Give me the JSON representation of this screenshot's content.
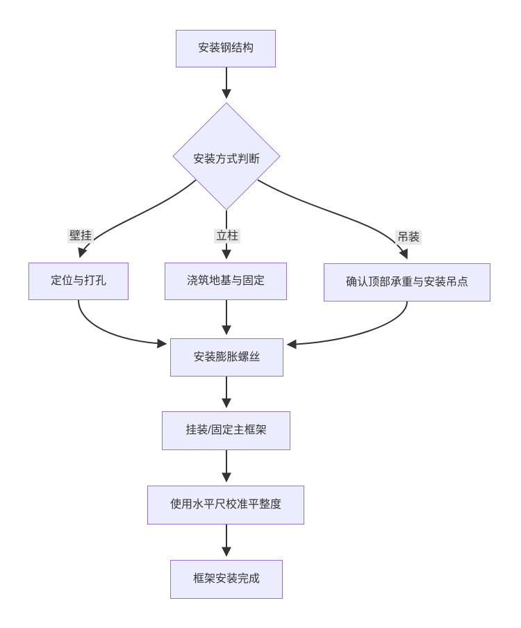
{
  "diagram": {
    "type": "flowchart",
    "direction": "top-to-bottom",
    "nodes": {
      "start": {
        "label": "安装钢结构",
        "shape": "rect"
      },
      "decision": {
        "label": "安装方式判断",
        "shape": "diamond"
      },
      "wall": {
        "label": "定位与打孔",
        "shape": "rect"
      },
      "column": {
        "label": "浇筑地基与固定",
        "shape": "rect"
      },
      "ceiling": {
        "label": "确认顶部承重与安装吊点",
        "shape": "rect"
      },
      "anchor": {
        "label": "安装膨胀螺丝",
        "shape": "rect"
      },
      "frame": {
        "label": "挂装/固定主框架",
        "shape": "rect"
      },
      "level": {
        "label": "使用水平尺校准平整度",
        "shape": "rect"
      },
      "done": {
        "label": "框架安装完成",
        "shape": "rect"
      }
    },
    "edges": [
      {
        "from": "start",
        "to": "decision",
        "label": ""
      },
      {
        "from": "decision",
        "to": "wall",
        "label": "壁挂"
      },
      {
        "from": "decision",
        "to": "column",
        "label": "立柱"
      },
      {
        "from": "decision",
        "to": "ceiling",
        "label": "吊装"
      },
      {
        "from": "wall",
        "to": "anchor",
        "label": ""
      },
      {
        "from": "column",
        "to": "anchor",
        "label": ""
      },
      {
        "from": "ceiling",
        "to": "anchor",
        "label": ""
      },
      {
        "from": "anchor",
        "to": "frame",
        "label": ""
      },
      {
        "from": "frame",
        "to": "level",
        "label": ""
      },
      {
        "from": "level",
        "to": "done",
        "label": ""
      }
    ],
    "colors": {
      "node_fill": "#ECECFF",
      "node_border": "#9370DB",
      "edge_stroke": "#333333",
      "edge_label_background": "#e8e8e8",
      "text": "#333333",
      "background": "#ffffff"
    }
  }
}
